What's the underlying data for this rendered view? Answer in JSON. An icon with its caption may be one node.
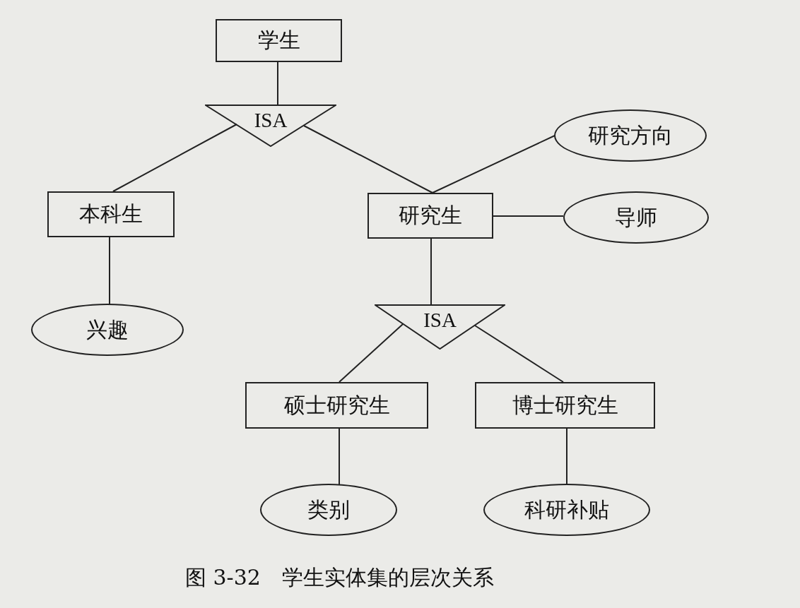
{
  "diagram": {
    "caption": "图 3-32　学生实体集的层次关系",
    "nodes": [
      {
        "text": [
          "学生"
        ]
      },
      {
        "text": [
          "ISA"
        ]
      },
      {
        "text": [
          "本科生"
        ]
      },
      {
        "text": [
          "研究生"
        ]
      },
      {
        "text": [
          "研究方向"
        ]
      },
      {
        "text": [
          "导师"
        ]
      },
      {
        "text": [
          "兴趣"
        ]
      },
      {
        "text": [
          "ISA"
        ]
      },
      {
        "text": [
          "硕士研究生"
        ]
      },
      {
        "text": [
          "博士研究生"
        ]
      },
      {
        "text": [
          "类别"
        ]
      },
      {
        "text": [
          "科研补贴"
        ]
      }
    ],
    "edges": [
      {
        "from": 0,
        "to": 1,
        "arrow": "none"
      },
      {
        "from": 1,
        "to": 2,
        "arrow": "none"
      },
      {
        "from": 1,
        "to": 3,
        "arrow": "none"
      },
      {
        "from": 3,
        "to": 4,
        "arrow": "none"
      },
      {
        "from": 3,
        "to": 5,
        "arrow": "none"
      },
      {
        "from": 2,
        "to": 6,
        "arrow": "none"
      },
      {
        "from": 3,
        "to": 7,
        "arrow": "none"
      },
      {
        "from": 7,
        "to": 8,
        "arrow": "none"
      },
      {
        "from": 7,
        "to": 9,
        "arrow": "none"
      },
      {
        "from": 8,
        "to": 10,
        "arrow": "none"
      },
      {
        "from": 9,
        "to": 11,
        "arrow": "none"
      }
    ]
  }
}
